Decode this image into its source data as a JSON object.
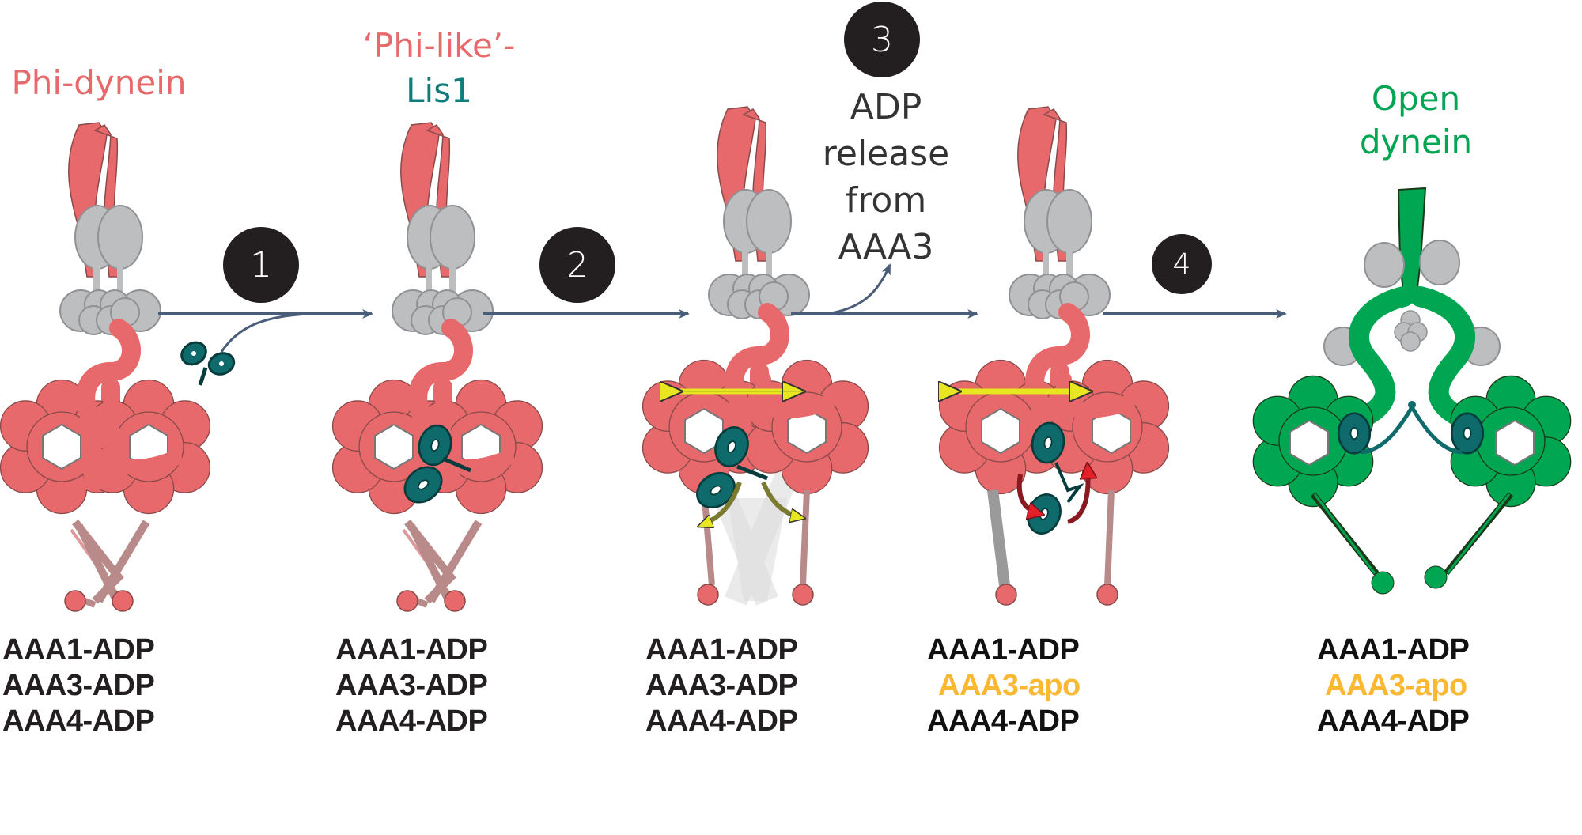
{
  "colors": {
    "phi": "#e8696b",
    "lis1": "#0f6b6b",
    "open": "#00a651",
    "apo": "#fbb832",
    "arrow": "#4a5d78",
    "grey": "#bcbec0",
    "yellow": "#e8e621"
  },
  "titles": {
    "phi_dynein": "Phi-dynein",
    "phi_like": "‘Phi-like’-",
    "lis1": "Lis1",
    "open_line1": "Open",
    "open_line2": "dynein"
  },
  "steps": [
    {
      "number": "1"
    },
    {
      "number": "2"
    },
    {
      "number": "3"
    },
    {
      "number": "4"
    }
  ],
  "step3_text": [
    "ADP",
    "release",
    "from",
    "AAA3"
  ],
  "states": [
    {
      "lines": [
        {
          "text": "AAA1-ADP",
          "kind": "adp"
        },
        {
          "text": "AAA3-ADP",
          "kind": "adp"
        },
        {
          "text": "AAA4-ADP",
          "kind": "adp"
        }
      ]
    },
    {
      "lines": [
        {
          "text": "AAA1-ADP",
          "kind": "adp"
        },
        {
          "text": "AAA3-ADP",
          "kind": "adp"
        },
        {
          "text": "AAA4-ADP",
          "kind": "adp"
        }
      ]
    },
    {
      "lines": [
        {
          "text": "AAA1-ADP",
          "kind": "adp"
        },
        {
          "text": "AAA3-ADP",
          "kind": "adp"
        },
        {
          "text": "AAA4-ADP",
          "kind": "adp"
        }
      ]
    },
    {
      "lines": [
        {
          "text": "AAA1-ADP",
          "kind": "adp"
        },
        {
          "text": "AAA3-apo",
          "kind": "apo"
        },
        {
          "text": "AAA4-ADP",
          "kind": "adp"
        }
      ]
    },
    {
      "lines": [
        {
          "text": "AAA1-ADP",
          "kind": "adp"
        },
        {
          "text": "AAA3-apo",
          "kind": "apo"
        },
        {
          "text": "AAA4-ADP",
          "kind": "adp"
        }
      ]
    }
  ]
}
